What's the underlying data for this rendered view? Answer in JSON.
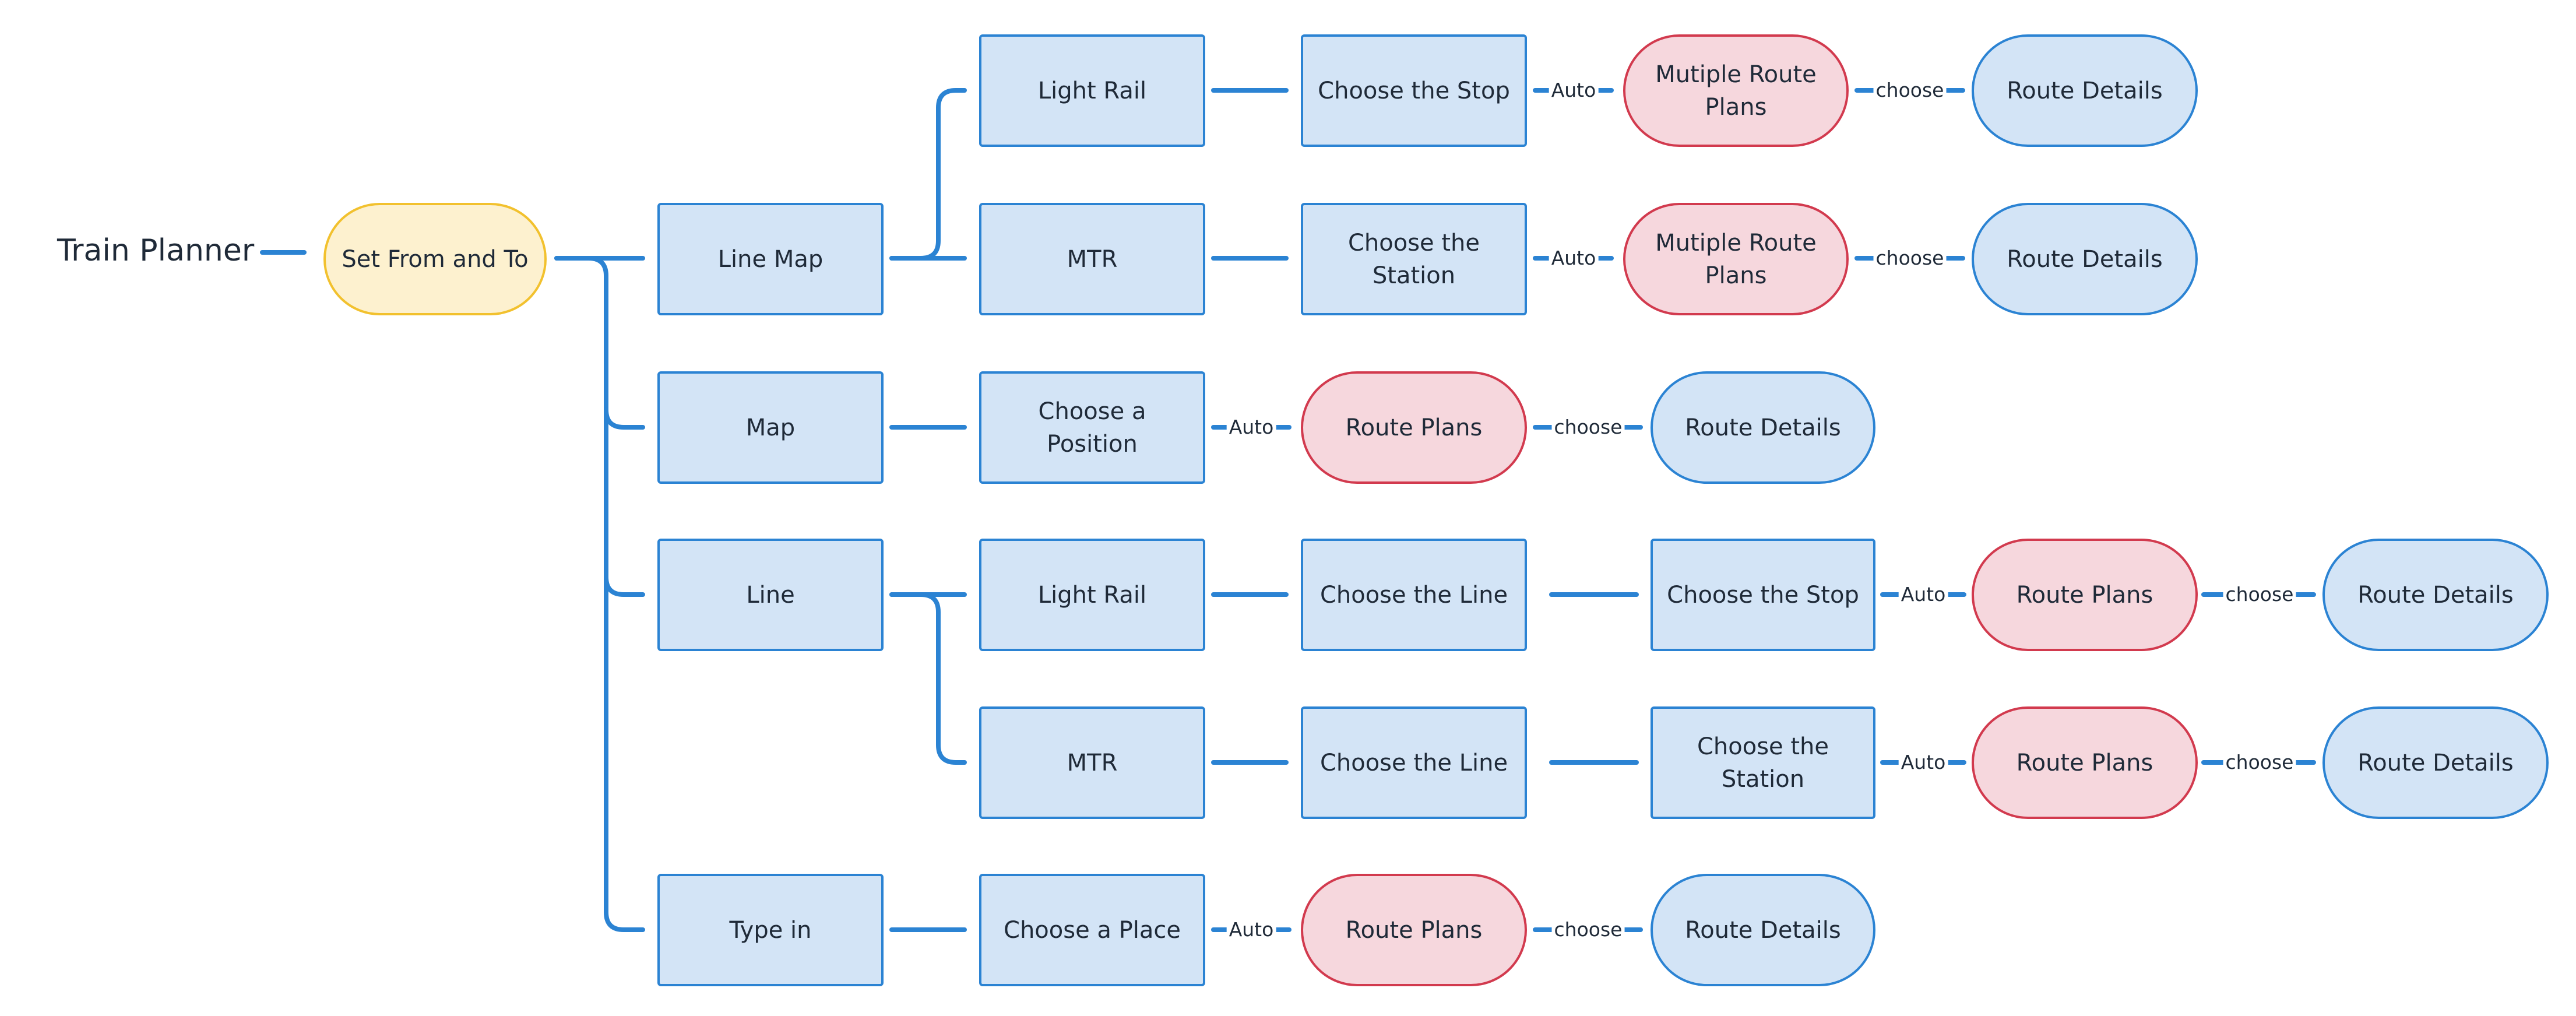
{
  "title": "Train Planner",
  "colors": {
    "box_fill": "#d3e4f6",
    "box_border": "#2b83d3",
    "route_plans_fill": "#f6d7dd",
    "route_plans_border": "#d23a4e",
    "start_fill": "#fdf1cf",
    "start_border": "#f2c12e",
    "connector": "#2b83d3"
  },
  "nodes": {
    "set_from_to": "Set From and To",
    "line_map": "Line Map",
    "map": "Map",
    "line": "Line",
    "type_in": "Type in",
    "lm_light_rail": "Light Rail",
    "lm_mtr": "MTR",
    "lm_lr_choose_stop": "Choose the Stop",
    "lm_mtr_choose_station": "Choose the\nStation",
    "lm_lr_plans": "Mutiple Route\nPlans",
    "lm_mtr_plans": "Mutiple Route\nPlans",
    "lm_lr_details": "Route Details",
    "lm_mtr_details": "Route Details",
    "map_choose_position": "Choose a Position",
    "map_plans": "Route Plans",
    "map_details": "Route Details",
    "line_light_rail": "Light Rail",
    "line_lr_choose_line": "Choose the Line",
    "line_lr_choose_stop": "Choose the Stop",
    "line_lr_plans": "Route Plans",
    "line_lr_details": "Route Details",
    "line_mtr": "MTR",
    "line_mtr_choose_line": "Choose the Line",
    "line_mtr_choose_station": "Choose the\nStation",
    "line_mtr_plans": "Route Plans",
    "line_mtr_details": "Route Details",
    "type_choose_place": "Choose a Place",
    "type_plans": "Route Plans",
    "type_details": "Route Details"
  },
  "edge_labels": {
    "auto": "Auto",
    "choose": "choose"
  }
}
